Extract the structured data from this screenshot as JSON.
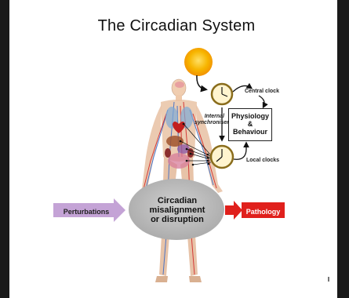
{
  "title": "The Circadian System",
  "labels": {
    "central_clock": "Central clock",
    "internal_synchronisers_line1": "Internal",
    "internal_synchronisers_line2": "synchronisers",
    "physiology_line1": "Physiology",
    "physiology_line2": "&",
    "physiology_line3": "Behaviour",
    "local_clocks": "Local clocks",
    "perturbations": "Perturbations",
    "pathology": "Pathology",
    "circadian_line1": "Circadian",
    "circadian_line2": "misalignment",
    "circadian_line3": "or disruption"
  },
  "colors": {
    "sun": "#f7b500",
    "perturbation_arrow": "#c4a3d6",
    "pathology_arrow": "#e0201c",
    "ellipse": "#bcbcbc"
  }
}
